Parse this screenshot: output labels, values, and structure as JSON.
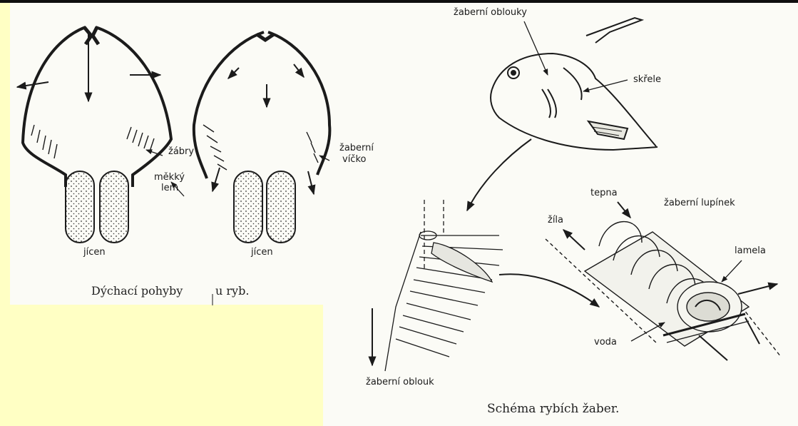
{
  "left_figure": {
    "labels": {
      "gills": "žábry",
      "soft_rim_line1": "měkký",
      "soft_rim_line2": "lem",
      "gill_cover_line1": "žaberní",
      "gill_cover_line2": "víčko",
      "esophagus_left": "jícen",
      "esophagus_right": "jícen"
    },
    "caption_part1": "Dýchací pohyby",
    "caption_part2": "u ryb."
  },
  "right_figure": {
    "labels": {
      "gill_arches": "žaberní oblouky",
      "gill_cover": "skřele",
      "artery": "tepna",
      "gill_filament": "žaberní lupínek",
      "vein": "žíla",
      "lamella": "lamela",
      "water": "voda",
      "gill_arch": "žaberní oblouk"
    },
    "caption": "Schéma rybích žaber."
  },
  "colors": {
    "background": "#ffffc4",
    "paper": "#fbfbf6",
    "ink": "#1b1b1b"
  }
}
